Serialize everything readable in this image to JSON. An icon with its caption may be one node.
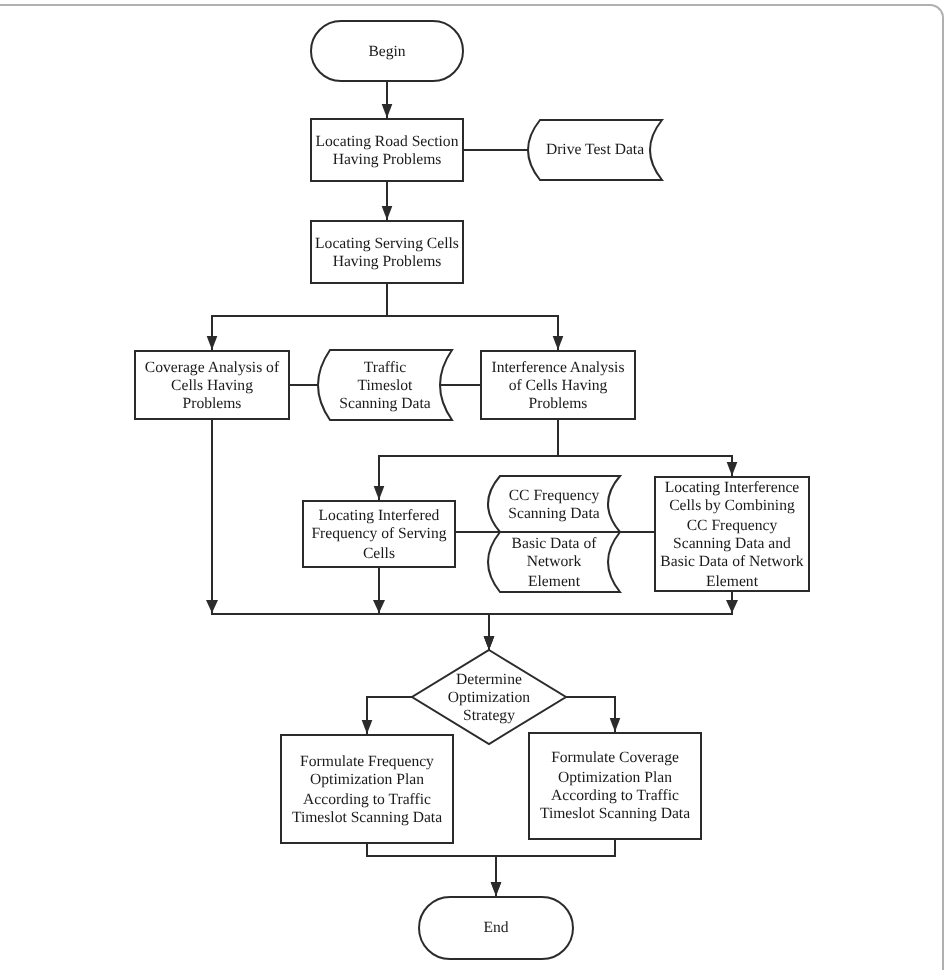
{
  "diagram": {
    "nodes": [
      {
        "text": [
          "Begin"
        ]
      },
      {
        "text": [
          "Locating Road Section Having Problems"
        ]
      },
      {
        "text": [
          "Drive Test Data"
        ]
      },
      {
        "text": [
          "Locating Serving Cells Having Problems"
        ]
      },
      {
        "text": [
          "Coverage Analysis of Cells Having Problems"
        ]
      },
      {
        "text": [
          "Traffic Timeslot Scanning Data"
        ]
      },
      {
        "text": [
          "Interference Analysis of Cells Having Problems"
        ]
      },
      {
        "text": [
          "Locating Interfered Frequency of Serving Cells"
        ]
      },
      {
        "text": [
          "CC Frequency Scanning Data",
          "Basic Data of Network Element"
        ]
      },
      {
        "text": [
          "Locating Interference Cells by Combining CC Frequency Scanning Data and Basic Data of Network Element"
        ]
      },
      {
        "text": [
          "Determine Optimization Strategy"
        ]
      },
      {
        "text": [
          "Formulate Frequency Optimization Plan According to Traffic Timeslot Scanning Data"
        ]
      },
      {
        "text": [
          "Formulate Coverage Optimization Plan According to Traffic Timeslot Scanning Data"
        ]
      },
      {
        "text": [
          "End"
        ]
      }
    ],
    "edges": [
      {
        "from": 0,
        "to": 1,
        "arrow": "to"
      },
      {
        "from": 1,
        "to": 2,
        "arrow": "none"
      },
      {
        "from": 1,
        "to": 3,
        "arrow": "to"
      },
      {
        "from": 3,
        "to": 4,
        "arrow": "to"
      },
      {
        "from": 3,
        "to": 6,
        "arrow": "to"
      },
      {
        "from": 4,
        "to": 5,
        "arrow": "none"
      },
      {
        "from": 5,
        "to": 6,
        "arrow": "none"
      },
      {
        "from": 6,
        "to": 7,
        "arrow": "to"
      },
      {
        "from": 6,
        "to": 9,
        "arrow": "to"
      },
      {
        "from": 7,
        "to": 8,
        "arrow": "none"
      },
      {
        "from": 8,
        "to": 9,
        "arrow": "none"
      },
      {
        "from": 4,
        "to": 10,
        "arrow": "to"
      },
      {
        "from": 7,
        "to": 10,
        "arrow": "to"
      },
      {
        "from": 9,
        "to": 10,
        "arrow": "to"
      },
      {
        "from": 10,
        "to": 11,
        "arrow": "to"
      },
      {
        "from": 10,
        "to": 12,
        "arrow": "to"
      },
      {
        "from": 11,
        "to": 13,
        "arrow": "to"
      },
      {
        "from": 12,
        "to": 13,
        "arrow": "to"
      }
    ]
  }
}
